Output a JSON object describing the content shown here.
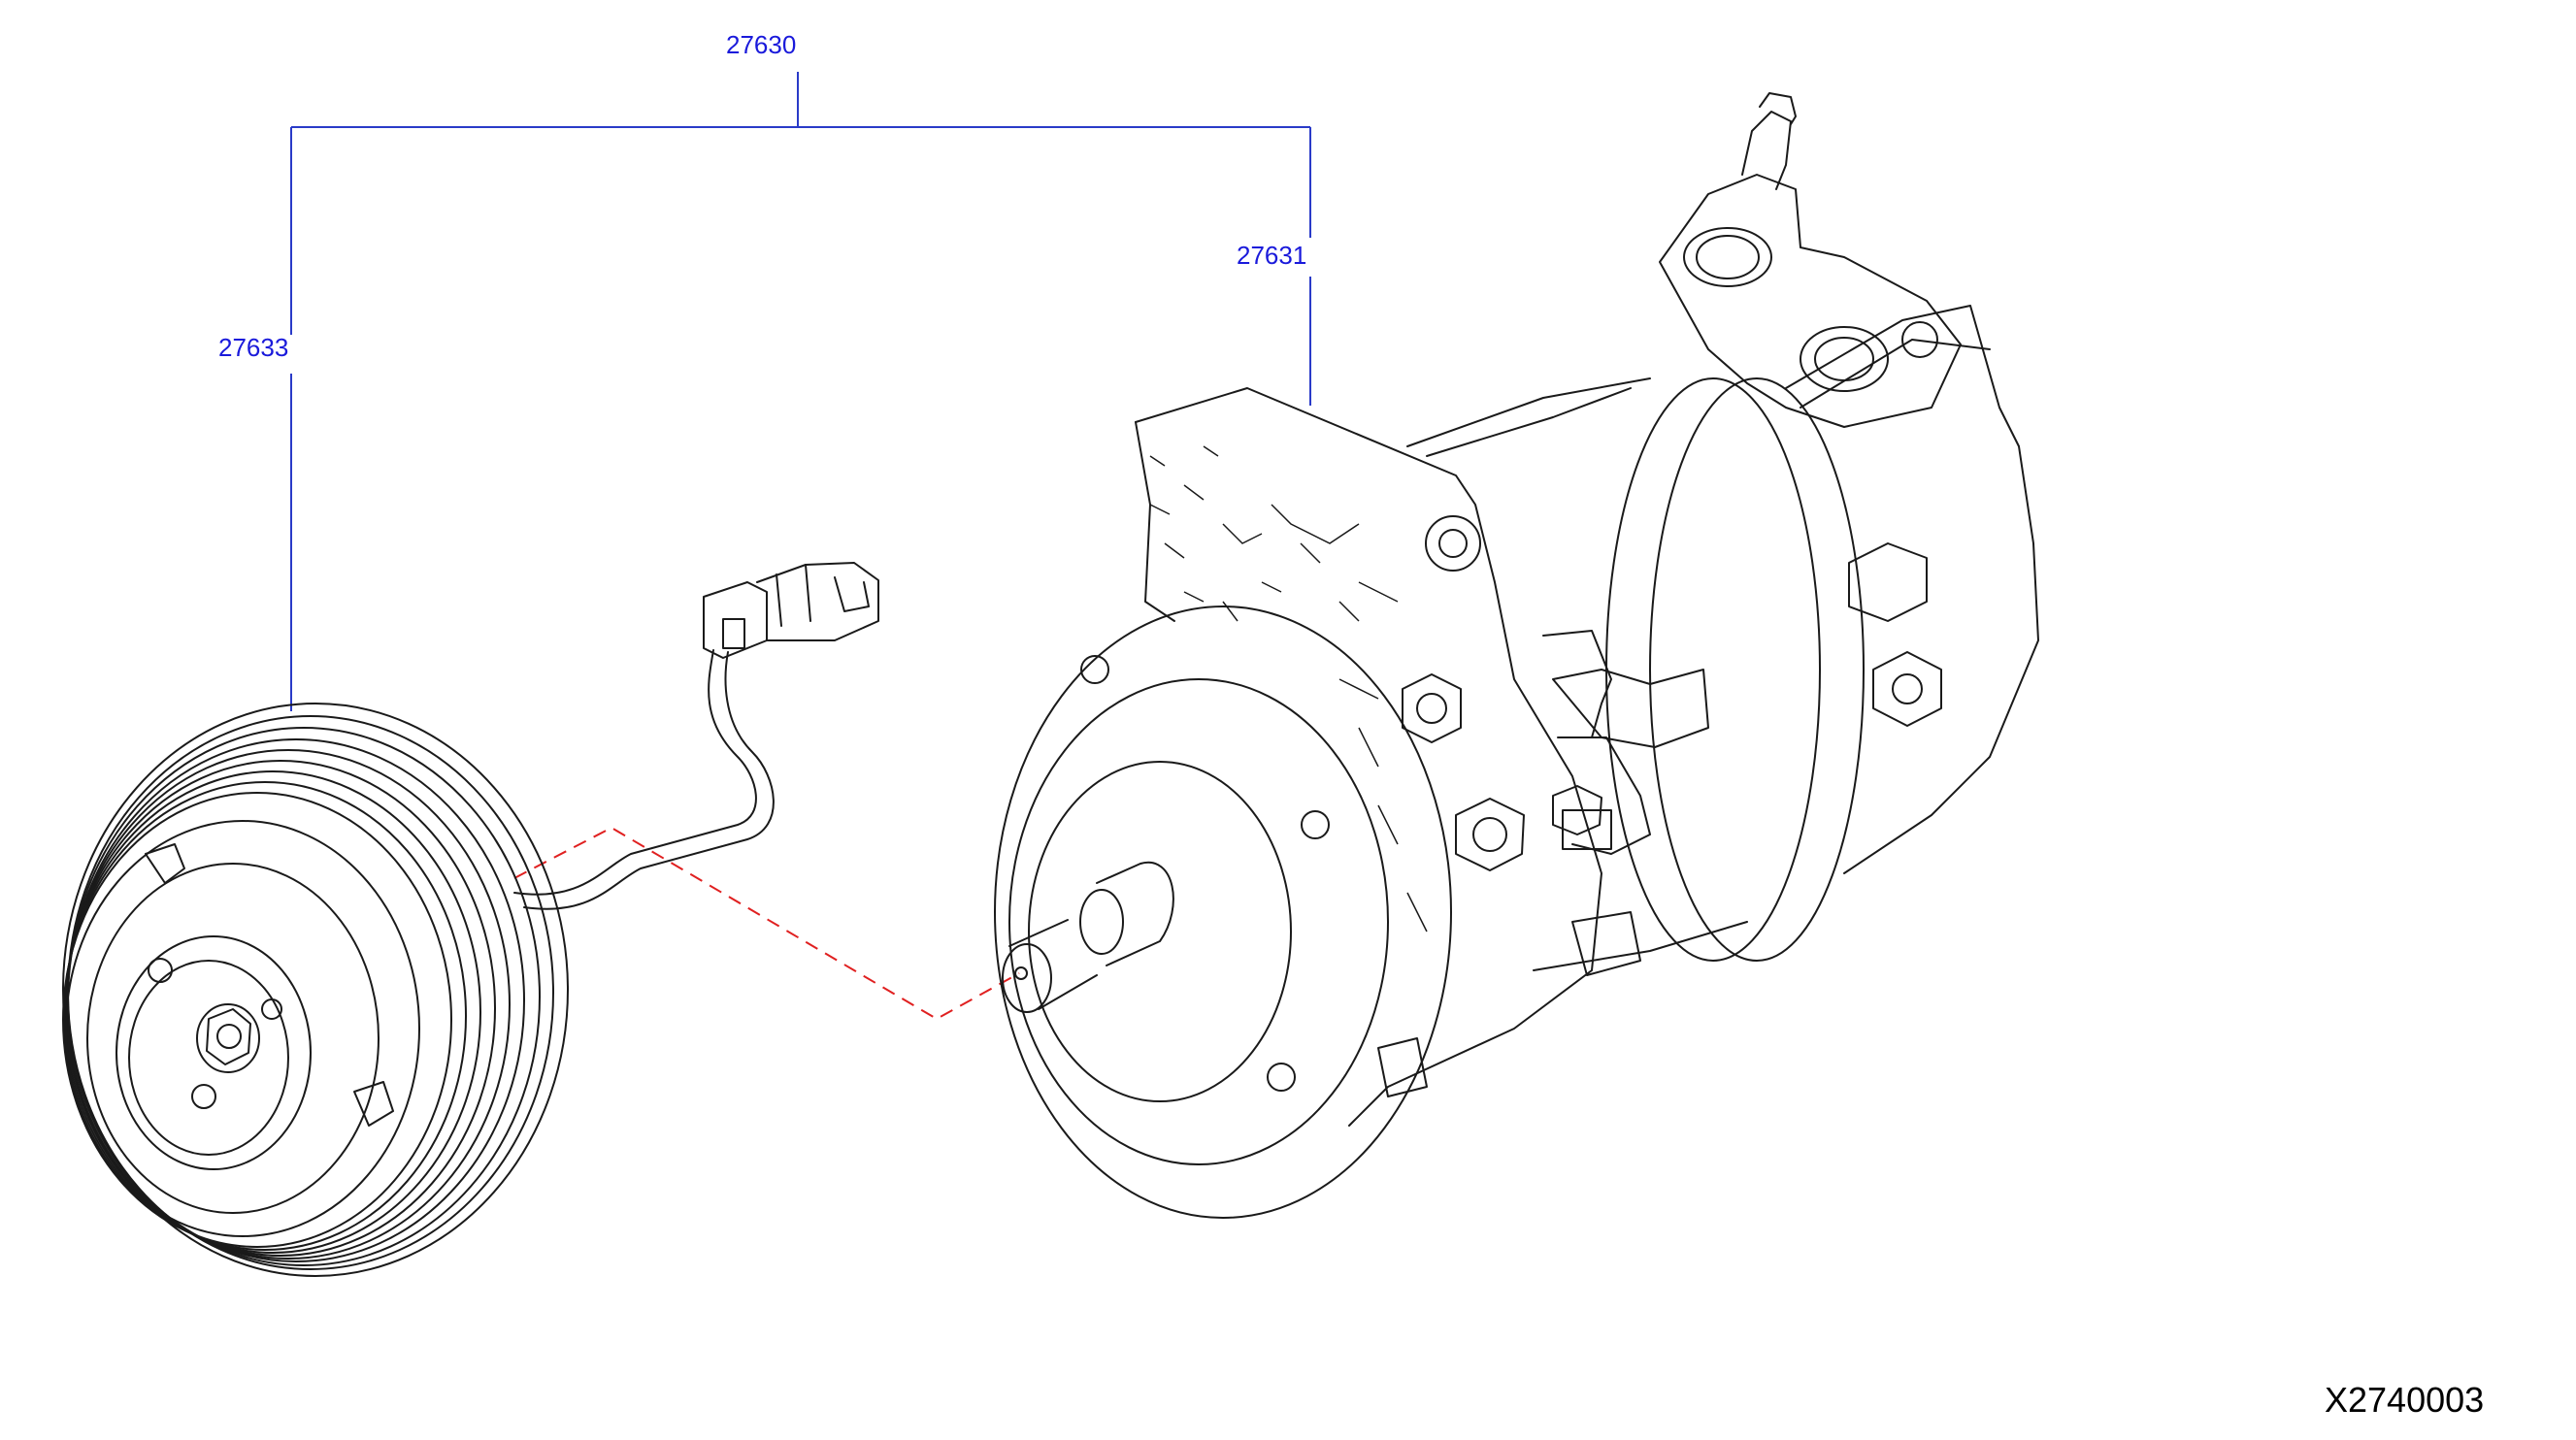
{
  "callouts": {
    "assembly": "27630",
    "compressor": "27631",
    "clutch": "27633"
  },
  "drawing_id": "X2740003",
  "colors": {
    "callout_text": "#1a1adb",
    "leader_line": "#2a3bc8",
    "center_line": "#e02020",
    "line_art": "#1a1a1a"
  },
  "icons": [
    "compressor-illustration",
    "clutch-pulley-illustration",
    "harness-connector-illustration"
  ]
}
